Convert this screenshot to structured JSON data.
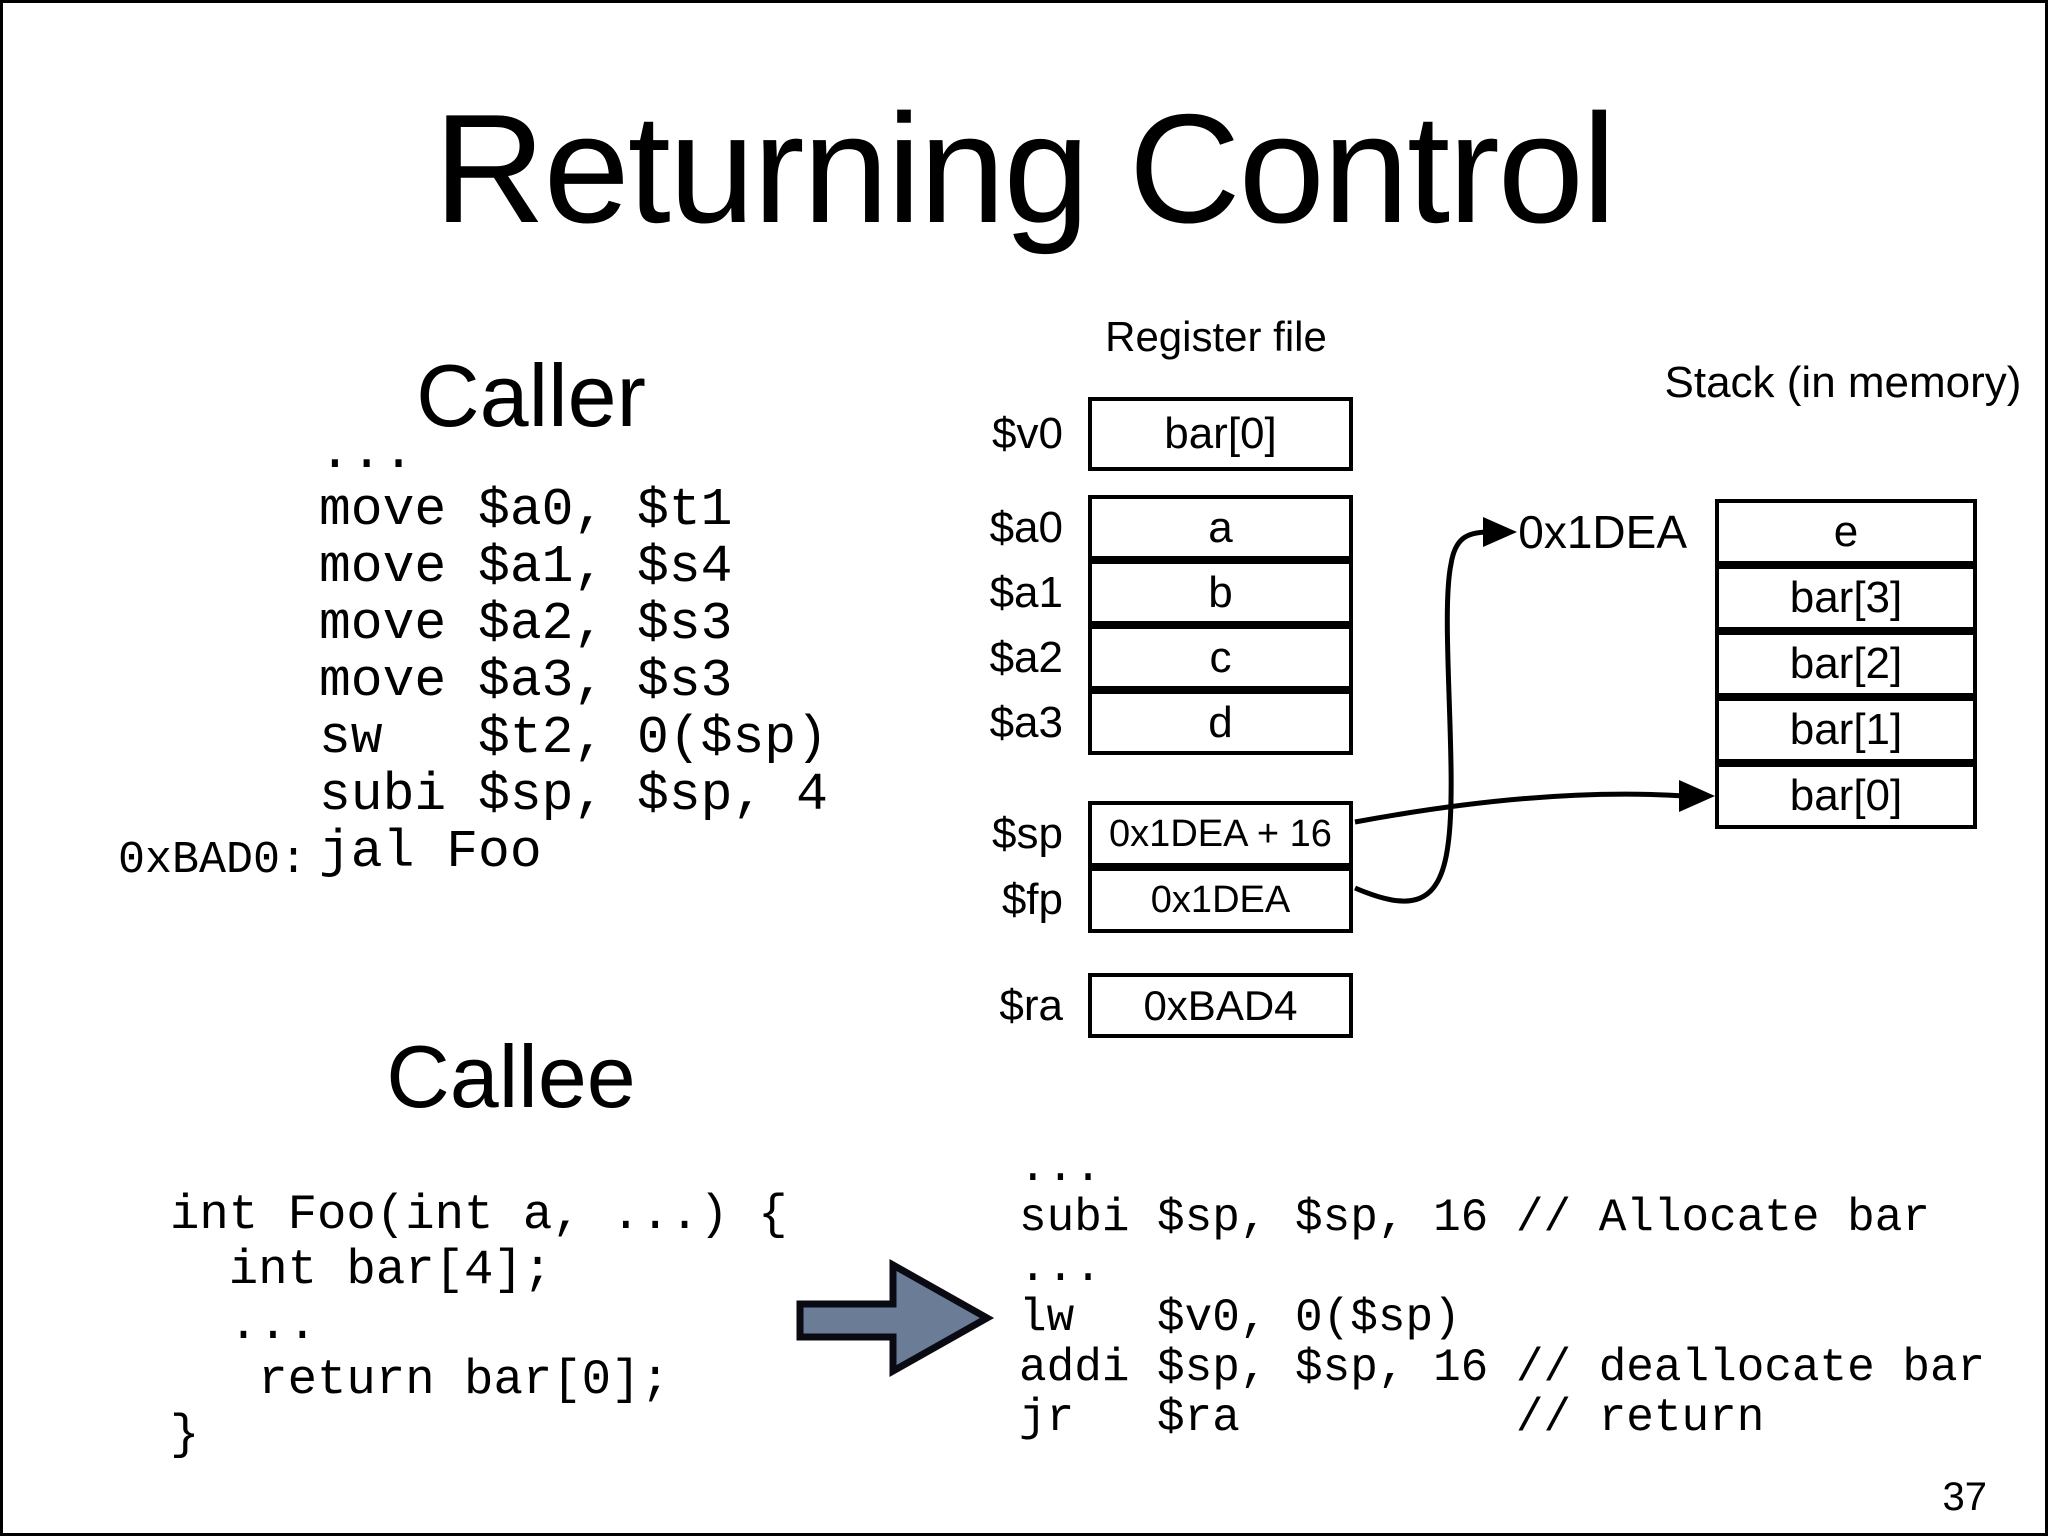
{
  "slide": {
    "title": "Returning Control",
    "page_number": "37"
  },
  "caller": {
    "heading": "Caller",
    "address_label": "0xBAD0:",
    "code": "...\nmove $a0, $t1\nmove $a1, $s4\nmove $a2, $s3\nmove $a3, $s3\nsw   $t2, 0($sp)\nsubi $sp, $sp, 4\njal Foo"
  },
  "register_file": {
    "title": "Register file",
    "v0": {
      "label": "$v0",
      "value": "bar[0]"
    },
    "args": [
      {
        "label": "$a0",
        "value": "a"
      },
      {
        "label": "$a1",
        "value": "b"
      },
      {
        "label": "$a2",
        "value": "c"
      },
      {
        "label": "$a3",
        "value": "d"
      }
    ],
    "pointers": [
      {
        "label": "$sp",
        "value": "0x1DEA + 16"
      },
      {
        "label": "$fp",
        "value": "0x1DEA"
      }
    ],
    "ra": {
      "label": "$ra",
      "value": "0xBAD4"
    }
  },
  "stack": {
    "title": "Stack (in memory)",
    "address_label": "0x1DEA",
    "cells": [
      "e",
      "bar[3]",
      "bar[2]",
      "bar[1]",
      "bar[0]"
    ]
  },
  "callee": {
    "heading": "Callee",
    "source_code": "int Foo(int a, ...) {\n  int bar[4];\n  ...\n   return bar[0];\n}",
    "asm_code": "...\nsubi $sp, $sp, 16 // Allocate bar\n...\nlw   $v0, 0($sp)\naddi $sp, $sp, 16 // deallocate bar\njr   $ra          // return"
  },
  "colors": {
    "background": "#ffffff",
    "text": "#000000",
    "block_arrow_fill": "#6b7c96",
    "block_arrow_stroke": "#0a0a12",
    "pointer_arrow_stroke": "#000000"
  }
}
